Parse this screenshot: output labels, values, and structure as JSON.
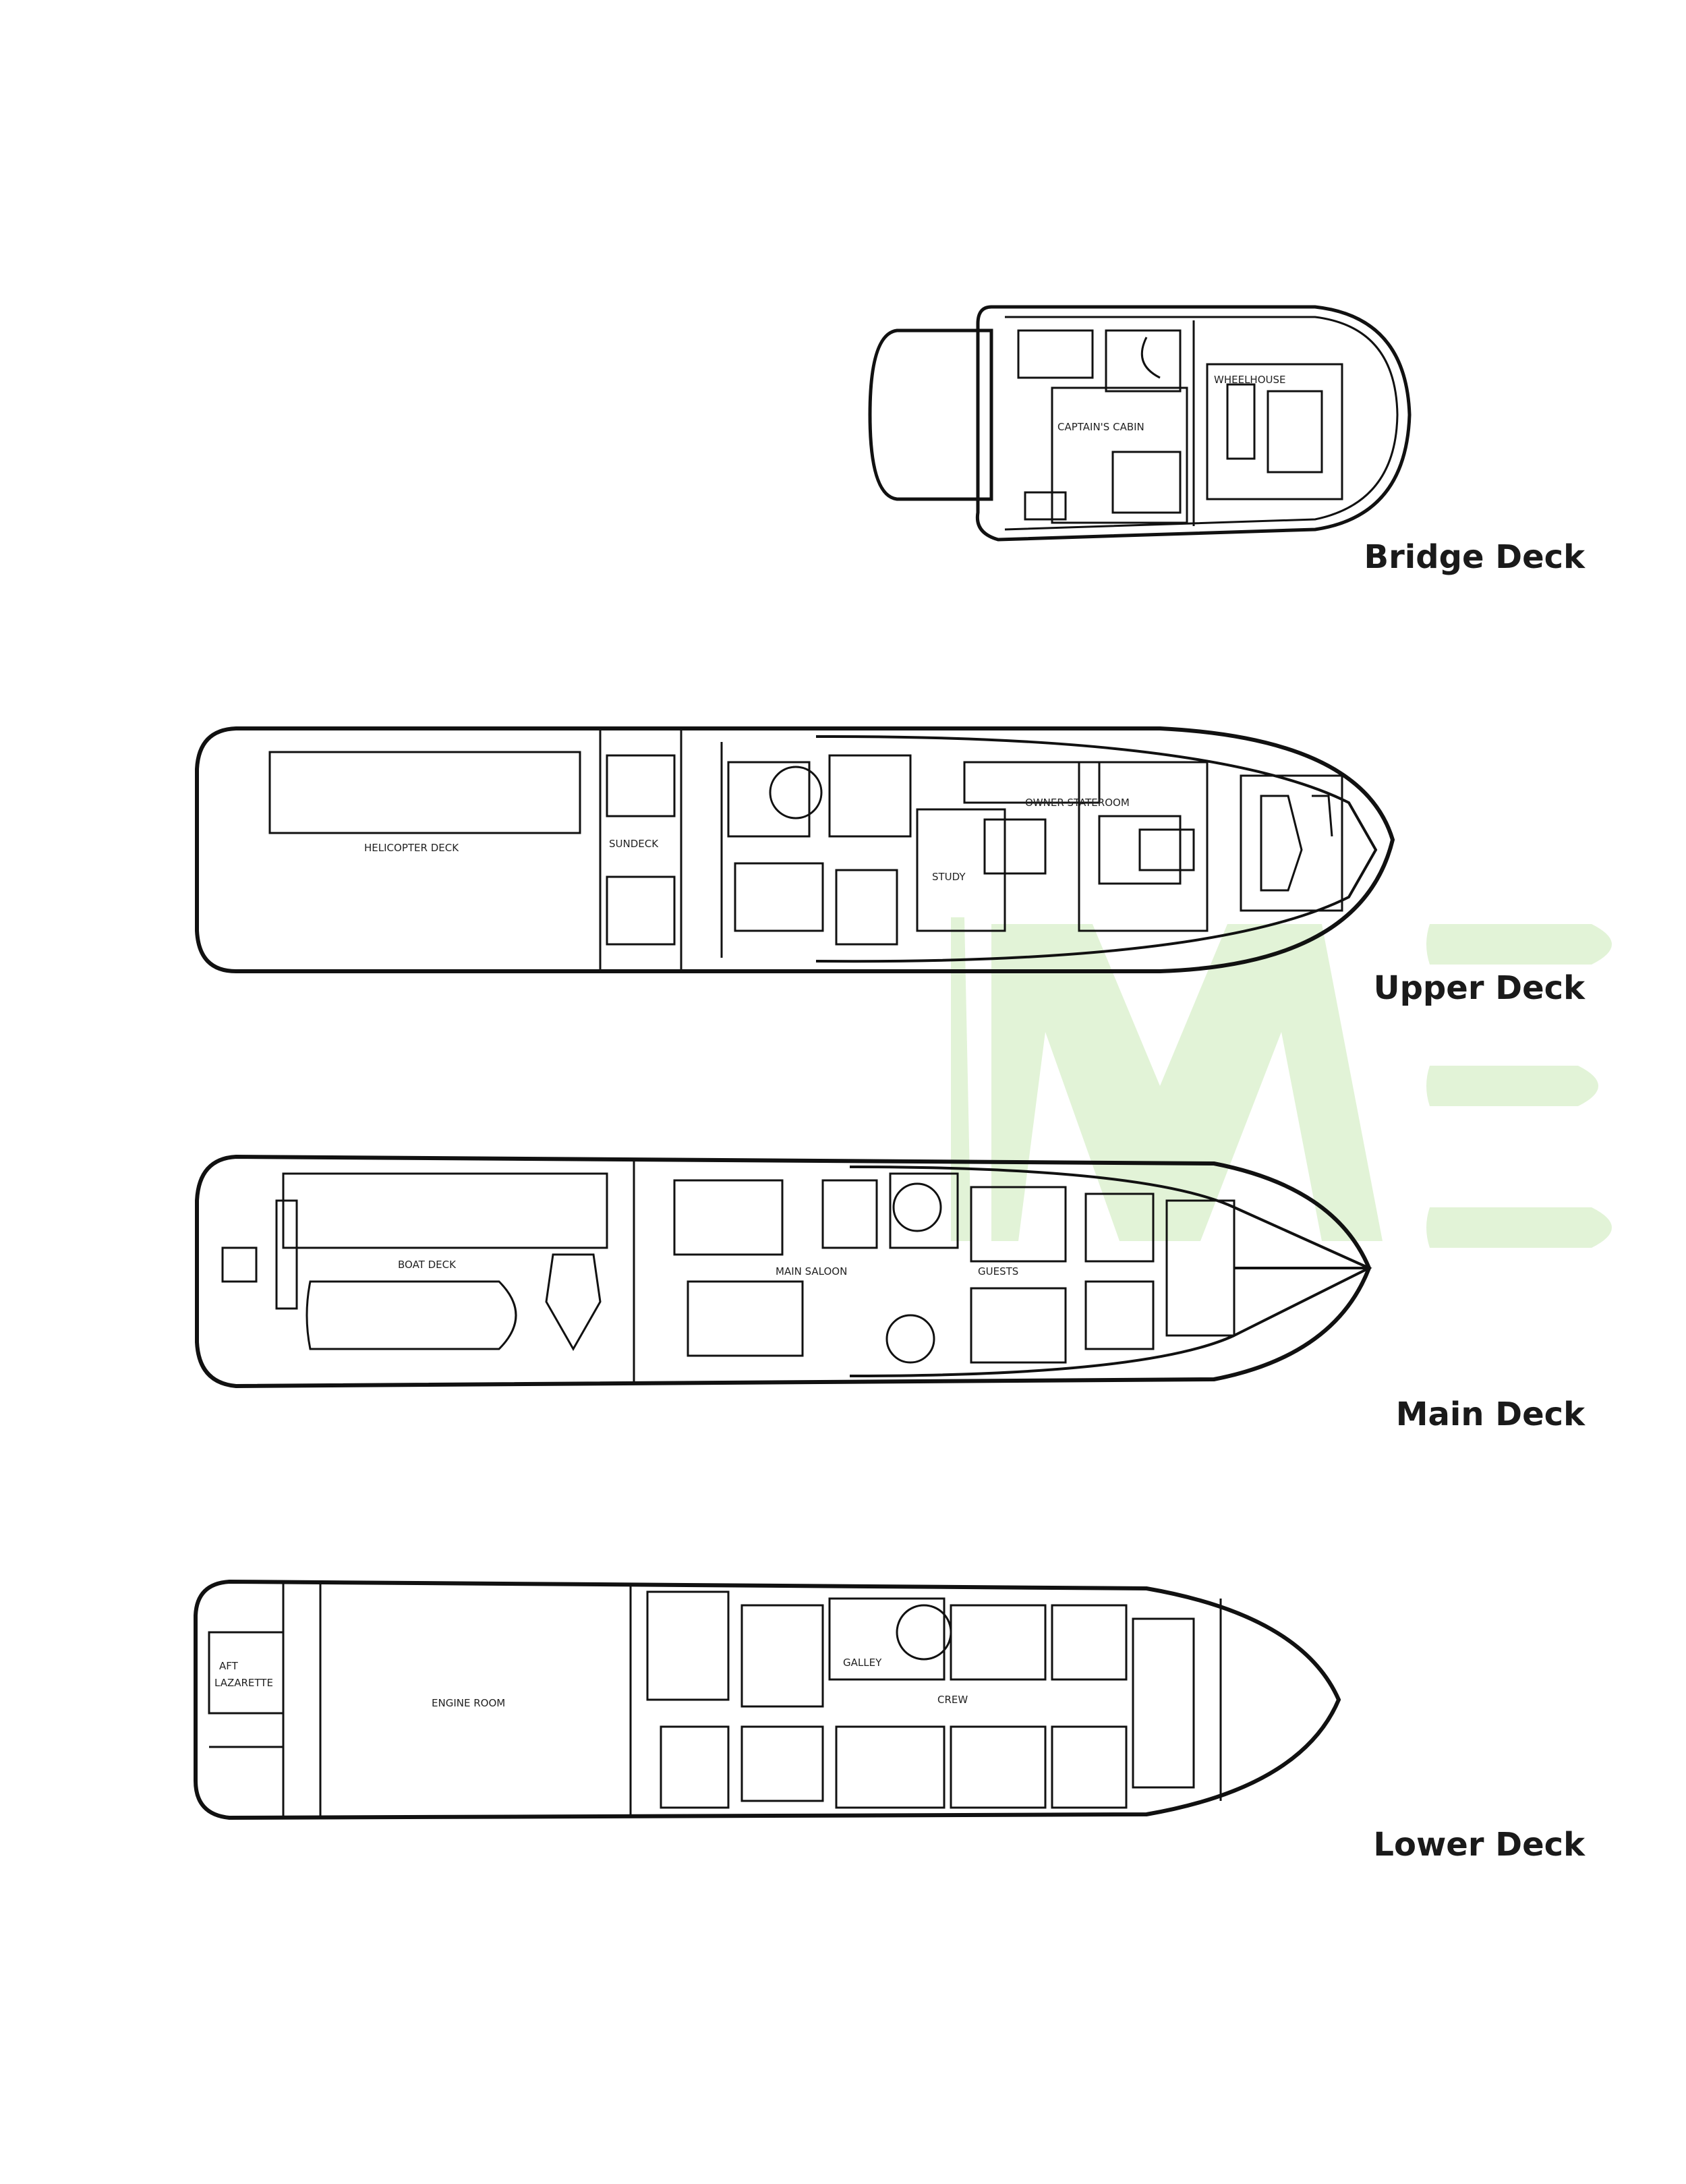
{
  "decks": [
    {
      "label": "Bridge Deck",
      "rooms": {
        "wheelhouse": "WHEELHOUSE",
        "captain": "CAPTAIN'S CABIN"
      }
    },
    {
      "label": "Upper Deck",
      "rooms": {
        "helicopter": "HELICOPTER DECK",
        "sundeck": "SUNDECK",
        "owner": "OWNER STATEROOM",
        "study": "STUDY"
      }
    },
    {
      "label": "Main Deck",
      "rooms": {
        "boat": "BOAT DECK",
        "saloon": "MAIN SALOON",
        "guests": "GUESTS"
      }
    },
    {
      "label": "Lower Deck",
      "rooms": {
        "aft1": "AFT",
        "aft2": "LAZARETTE",
        "engine": "ENGINE ROOM",
        "galley": "GALLEY",
        "crew": "CREW"
      }
    }
  ],
  "colors": {
    "line": "#111111",
    "watermark": "#d6f0c9"
  }
}
